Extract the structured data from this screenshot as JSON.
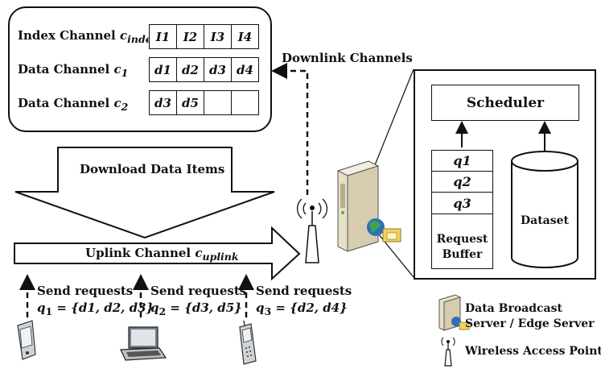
{
  "channels": {
    "index": {
      "label": "Index Channel",
      "symbol": "c",
      "sub": "index",
      "cells": [
        "I1",
        "I2",
        "I3",
        "I4"
      ]
    },
    "data1": {
      "label": "Data Channel",
      "symbol": "c",
      "sub": "1",
      "cells": [
        "d1",
        "d2",
        "d3",
        "d4"
      ]
    },
    "data2": {
      "label": "Data Channel",
      "symbol": "c",
      "sub": "2",
      "cells": [
        "d3",
        "d5",
        "",
        ""
      ]
    }
  },
  "downlink_label": "Downlink Channels",
  "download_label": "Download Data Items",
  "uplink": {
    "label": "Uplink Channel",
    "symbol": "c",
    "sub": "uplink"
  },
  "requests": [
    {
      "title": "Send requests",
      "query": "q",
      "sub": "1",
      "items": "{d1, d2, d3}"
    },
    {
      "title": "Send requests",
      "query": "q",
      "sub": "2",
      "items": "{d3, d5}"
    },
    {
      "title": "Send requests",
      "query": "q",
      "sub": "3",
      "items": "{d2, d4}"
    }
  ],
  "server_panel": {
    "scheduler": "Scheduler",
    "queue": [
      "q1",
      "q2",
      "q3"
    ],
    "buffer_label_1": "Request",
    "buffer_label_2": "Buffer",
    "dataset": "Dataset"
  },
  "legend": {
    "server_1": "Data Broadcast",
    "server_2": "Server / Edge Server",
    "access_point": "Wireless Access Point"
  }
}
